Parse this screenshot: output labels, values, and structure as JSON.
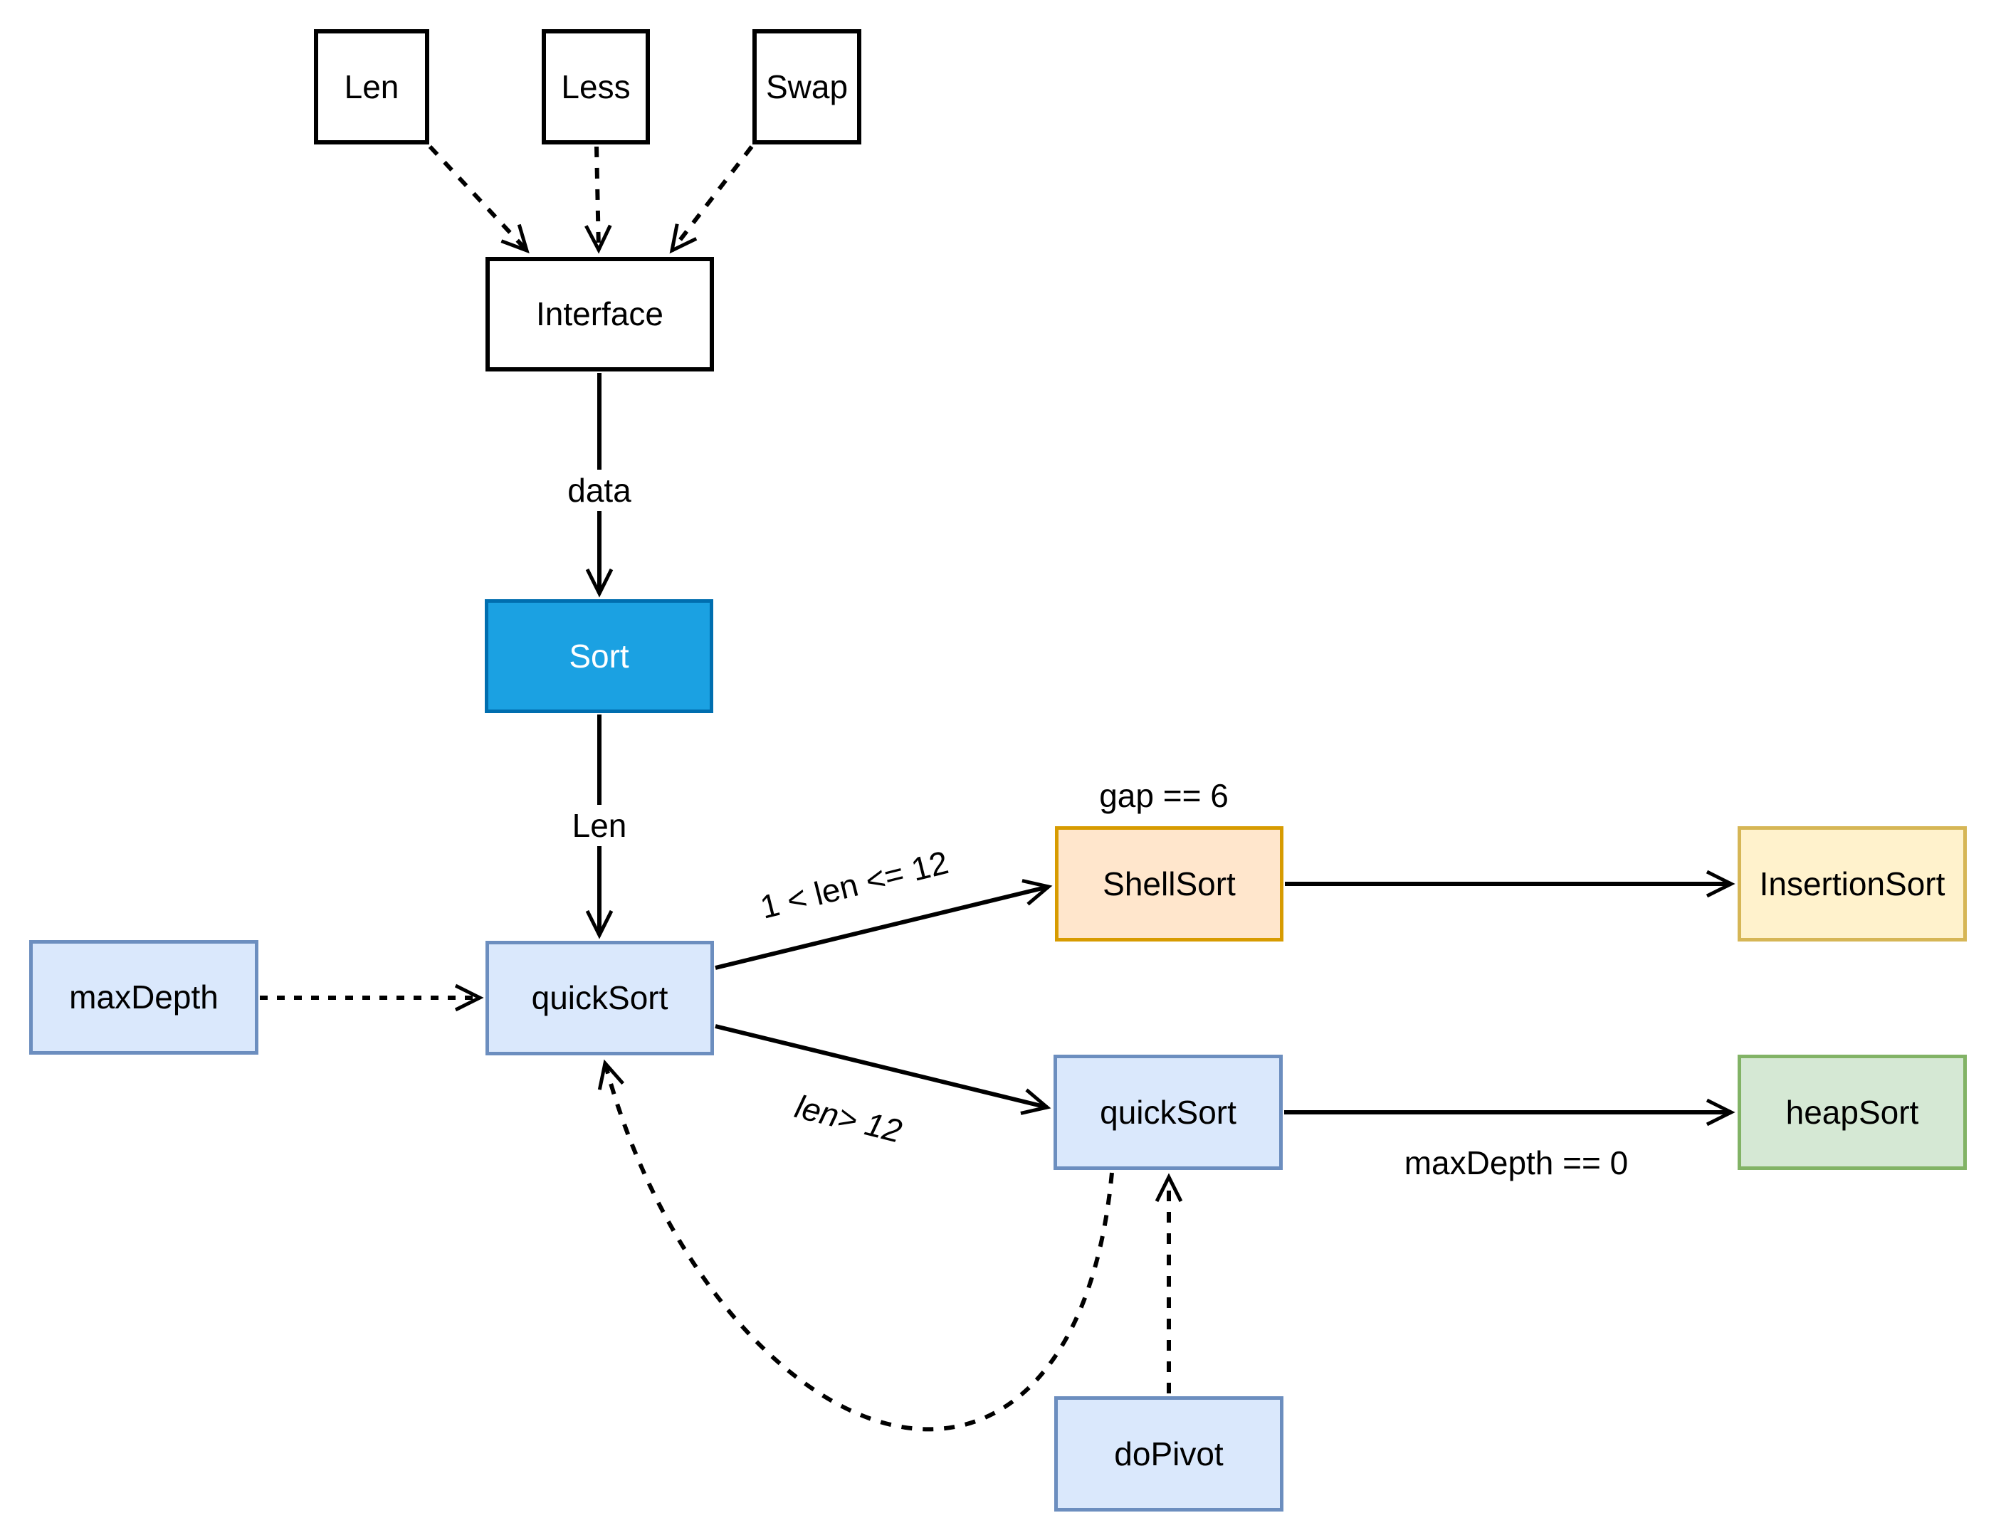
{
  "diagram": {
    "nodes": {
      "len": {
        "label": "Len"
      },
      "less": {
        "label": "Less"
      },
      "swap": {
        "label": "Swap"
      },
      "interface": {
        "label": "Interface"
      },
      "sort": {
        "label": "Sort"
      },
      "maxdepth": {
        "label": "maxDepth"
      },
      "quicksort1": {
        "label": "quickSort"
      },
      "shellsort": {
        "label": "ShellSort"
      },
      "insertionsort": {
        "label": "InsertionSort"
      },
      "quicksort2": {
        "label": "quickSort"
      },
      "heapsort": {
        "label": "heapSort"
      },
      "dopivot": {
        "label": "doPivot"
      }
    },
    "edge_labels": {
      "data": "data",
      "len": "Len",
      "gap": "gap == 6",
      "shell_condition": "1 < len <= 12",
      "quick_condition": "len> 12",
      "maxdepth_zero": "maxDepth == 0"
    },
    "colors": {
      "line": "#000000",
      "sort_fill": "#1BA1E2",
      "sort_border": "#006EAF",
      "blue_fill": "#DAE8FC",
      "blue_border": "#6C8EBF",
      "orange_fill": "#FFE6CC",
      "orange_border": "#D79B00",
      "yellow_fill": "#FFF2CC",
      "yellow_border": "#D6B656",
      "green_fill": "#D5E8D4",
      "green_border": "#82B366",
      "plain_fill": "#FFFFFF",
      "plain_border": "#000000"
    }
  }
}
